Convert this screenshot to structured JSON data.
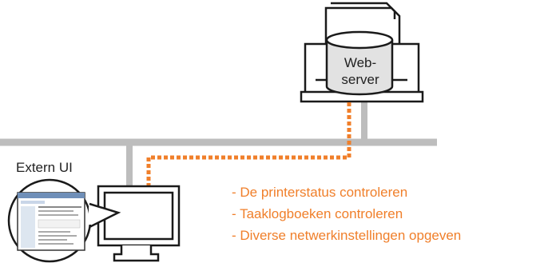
{
  "colors": {
    "network_line": "#bdbdbd",
    "device_outline": "#1a1a1a",
    "connection": "#f07f2a",
    "bullet_text": "#f07f2a",
    "drum_fill": "#e2e2e2"
  },
  "server": {
    "label_line1": "Web-",
    "label_line2": "server"
  },
  "client": {
    "label": "Extern UI"
  },
  "features": [
    "- De printerstatus controleren",
    "- Taaklogboeken controleren",
    "- Diverse netwerkinstellingen opgeven"
  ],
  "icons": [
    "printer-icon",
    "database-icon",
    "monitor-icon",
    "magnifier-icon",
    "browser-screenshot-icon"
  ]
}
